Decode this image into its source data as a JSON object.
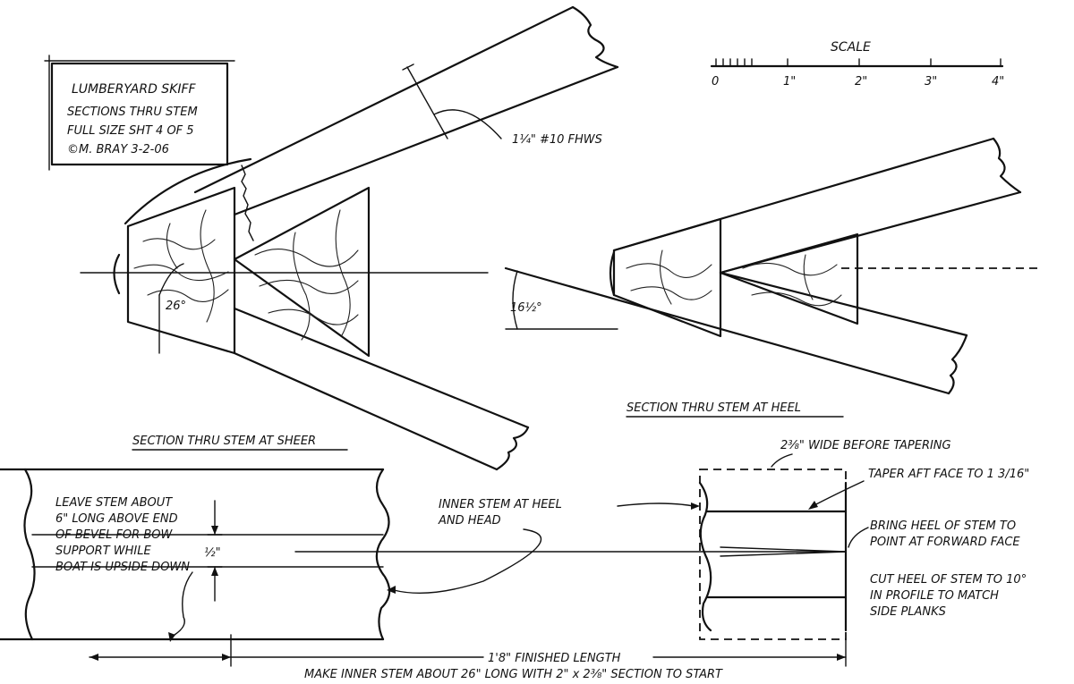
{
  "title_block": {
    "line1": "LUMBERYARD SKIFF",
    "line2": "SECTIONS THRU STEM",
    "line3": "FULL SIZE  SHT 4 OF 5",
    "line4": "©M. BRAY  3-2-06"
  },
  "scale": {
    "label": "SCALE",
    "ticks": [
      "0",
      "1\"",
      "2\"",
      "3\"",
      "4\""
    ]
  },
  "annotations": {
    "screw_note": "1¼\" #10 FHWS",
    "angle_sheer": "26°",
    "angle_heel": "16½°",
    "section_sheer": "SECTION THRU STEM AT SHEER",
    "section_heel": "SECTION THRU STEM AT HEEL",
    "wide_note": "2⅜\" WIDE BEFORE TAPERING",
    "taper_note": "TAPER AFT FACE TO 1 3/16\"",
    "inner_stem_note": [
      "INNER STEM AT HEEL",
      "AND HEAD"
    ],
    "heel_note": [
      "BRING HEEL OF STEM TO",
      "POINT AT FORWARD FACE"
    ],
    "cut_note": [
      "CUT HEEL OF STEM TO 10°",
      "IN PROFILE TO MATCH",
      "SIDE PLANKS"
    ],
    "leave_note": [
      "LEAVE STEM ABOUT",
      "6\" LONG ABOVE END",
      "OF BEVEL FOR BOW",
      "SUPPORT WHILE",
      "BOAT IS UPSIDE DOWN"
    ],
    "half_dim": "½\"",
    "finished_length": "1'8\" FINISHED LENGTH",
    "bottom_note": "MAKE INNER STEM ABOUT 26\" LONG WITH 2\" x 2⅜\" SECTION TO START"
  }
}
